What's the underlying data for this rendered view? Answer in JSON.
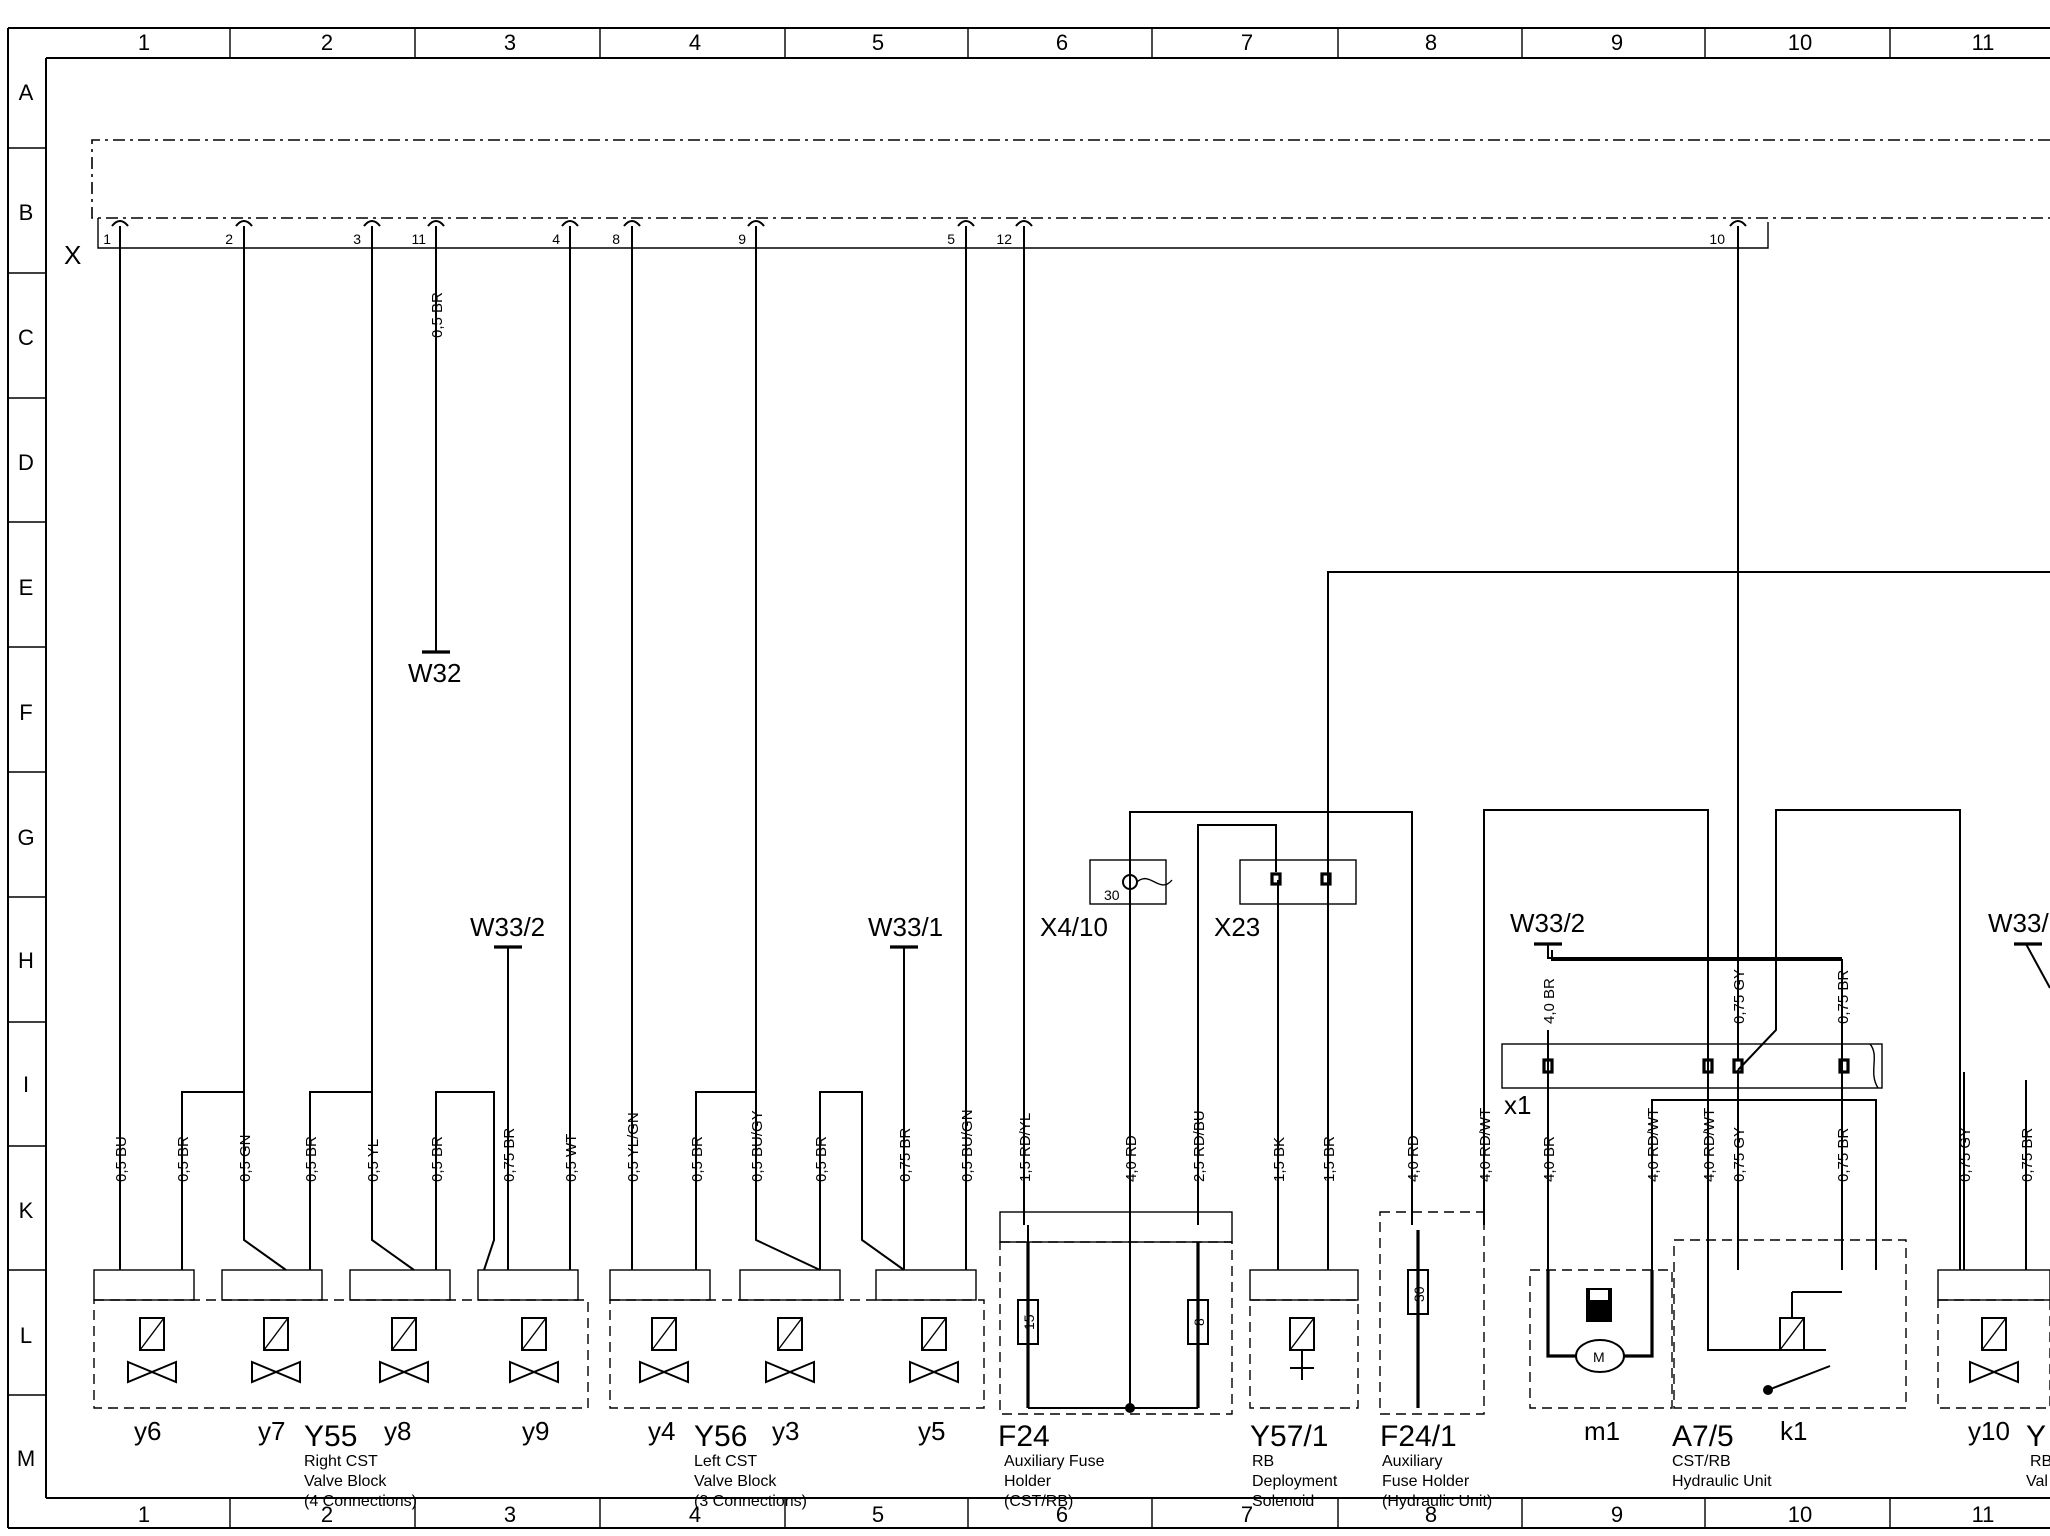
{
  "sheet": {
    "columns": [
      "1",
      "2",
      "3",
      "4",
      "5",
      "6",
      "7",
      "8",
      "9",
      "10",
      "11"
    ],
    "rows": [
      "A",
      "B",
      "C",
      "D",
      "E",
      "F",
      "G",
      "H",
      "I",
      "K",
      "L",
      "M"
    ]
  },
  "connector_x": {
    "label": "X",
    "pins": [
      "1",
      "2",
      "3",
      "11",
      "4",
      "8",
      "9",
      "5",
      "12",
      "10"
    ]
  },
  "wires": {
    "top_c": "0,5 BR",
    "bottom": [
      "0,5 BU",
      "0,5 BR",
      "0,5 GN",
      "0,5 BR",
      "0,5 YL",
      "0,5 BR",
      "0,75 BR",
      "0,5 WT",
      "0,5 YL/GN",
      "0,5 BR",
      "0,5 BU/GY",
      "0,5 BR",
      "0,75 BR",
      "0,5 BU/GN",
      "1,5 RD/YL",
      "4,0 RD",
      "2,5 RD/BU",
      "1,5 BK",
      "1,5 BR",
      "4,0 RD",
      "4,0 RD/WT",
      "4,0 BR",
      "4,0 RD/WT",
      "4,0 RD/WT",
      "0,75 GY",
      "0,75 BR",
      "0,75 GY",
      "0,75 BR"
    ],
    "upper_h": [
      "4,0 BR",
      "0,75 GY",
      "0,75 BR"
    ]
  },
  "grounds": {
    "w32": "W32",
    "w33_2a": "W33/2",
    "w33_1": "W33/1",
    "w33_2b": "W33/2",
    "w33_edge": "W33/"
  },
  "connectors": {
    "x4_10": "X4/10",
    "x23": "X23",
    "x1": "x1",
    "pin_30": "30"
  },
  "y55": {
    "code": "Y55",
    "desc": [
      "Right CST",
      "Valve Block",
      "(4 Connections)"
    ],
    "valves": [
      "y6",
      "y7",
      "y8",
      "y9"
    ]
  },
  "y56": {
    "code": "Y56",
    "desc": [
      "Left CST",
      "Valve Block",
      "(3 Connections)"
    ],
    "valves": [
      "y4",
      "y3",
      "y5"
    ]
  },
  "f24": {
    "code": "F24",
    "desc": [
      "Auxiliary Fuse",
      "Holder",
      "(CST/RB)"
    ],
    "fuses": [
      "15",
      "8"
    ]
  },
  "y57_1": {
    "code": "Y57/1",
    "desc": [
      "RB",
      "Deployment",
      "Solenoid"
    ]
  },
  "f24_1": {
    "code": "F24/1",
    "desc": [
      "Auxiliary",
      "Fuse Holder",
      "(Hydraulic Unit)"
    ],
    "fuse": "30"
  },
  "m1": {
    "code": "m1",
    "motor": "M"
  },
  "a7_5": {
    "code": "A7/5",
    "desc": [
      "CST/RB",
      "Hydraulic Unit"
    ],
    "relay": "k1"
  },
  "edge": {
    "valve": "y10",
    "code_fragment": "Y",
    "desc": [
      "RB",
      "Val"
    ]
  }
}
